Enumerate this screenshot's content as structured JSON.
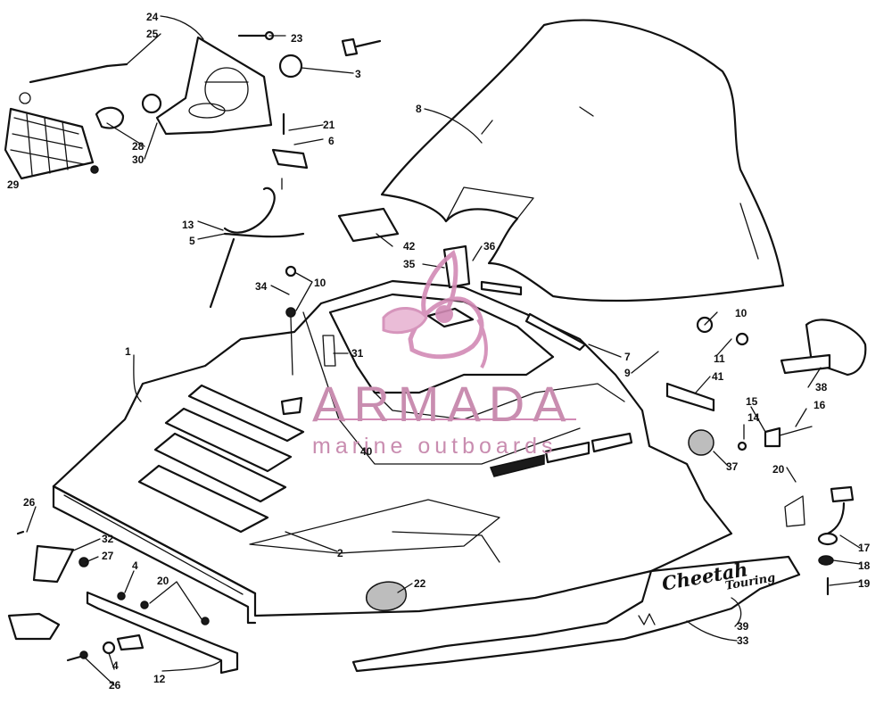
{
  "callouts": [
    "1",
    "2",
    "3",
    "4",
    "4",
    "5",
    "6",
    "7",
    "8",
    "9",
    "10",
    "10",
    "11",
    "12",
    "13",
    "14",
    "15",
    "16",
    "17",
    "18",
    "19",
    "20",
    "20",
    "21",
    "22",
    "23",
    "24",
    "25",
    "26",
    "26",
    "27",
    "28",
    "29",
    "30",
    "31",
    "32",
    "33",
    "34",
    "35",
    "36",
    "37",
    "38",
    "39",
    "40",
    "41",
    "42"
  ],
  "watermark": {
    "brand": "ARMADA",
    "tagline": "marine outboards",
    "color": "#d28ab5"
  },
  "decal_text": {
    "main": "Cheetah",
    "sub": "Touring"
  }
}
